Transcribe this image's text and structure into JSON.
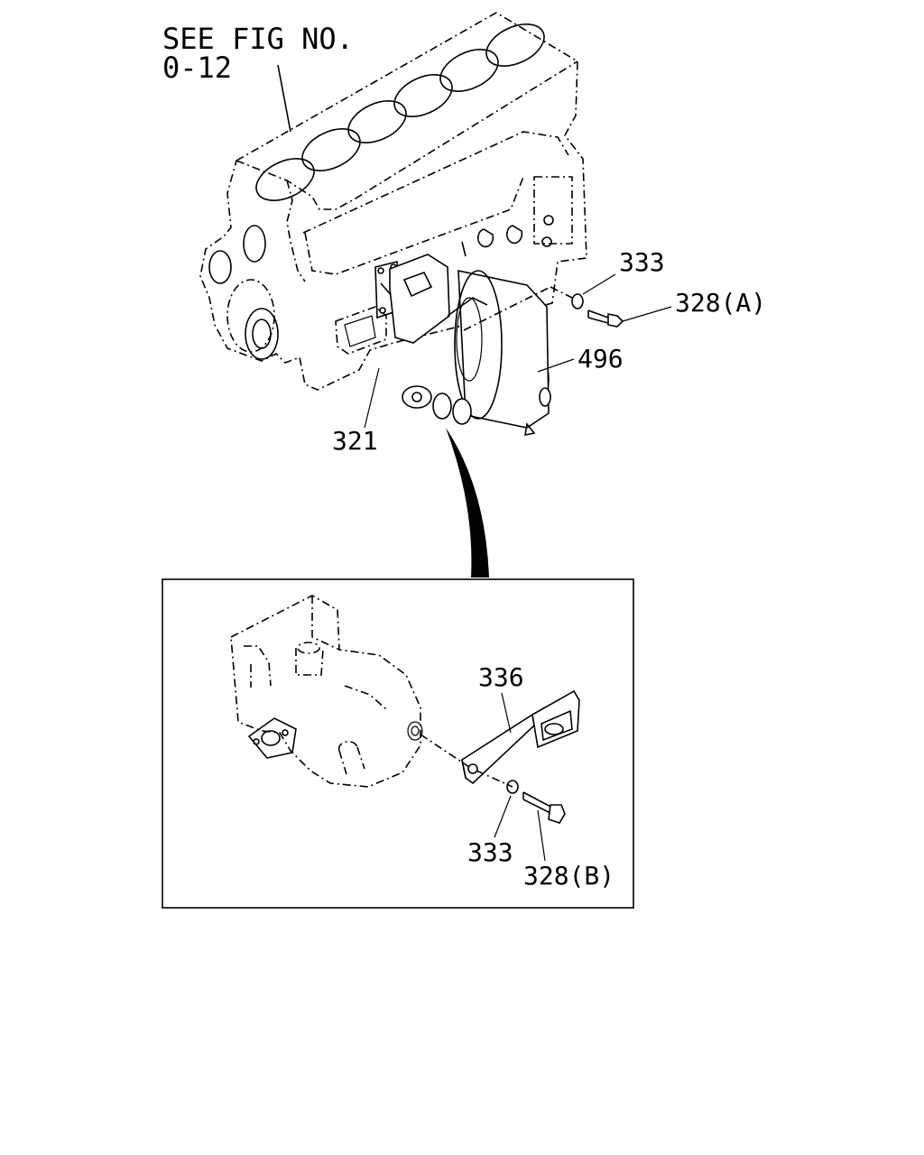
{
  "reference": {
    "line1": "SEE FIG NO.",
    "line2": "0-12"
  },
  "callouts": {
    "washer_top": "333",
    "bolt_a": "328(A)",
    "filter_assembly": "496",
    "gasket": "321",
    "bracket": "336",
    "washer_bottom": "333",
    "bolt_b": "328(B)"
  }
}
